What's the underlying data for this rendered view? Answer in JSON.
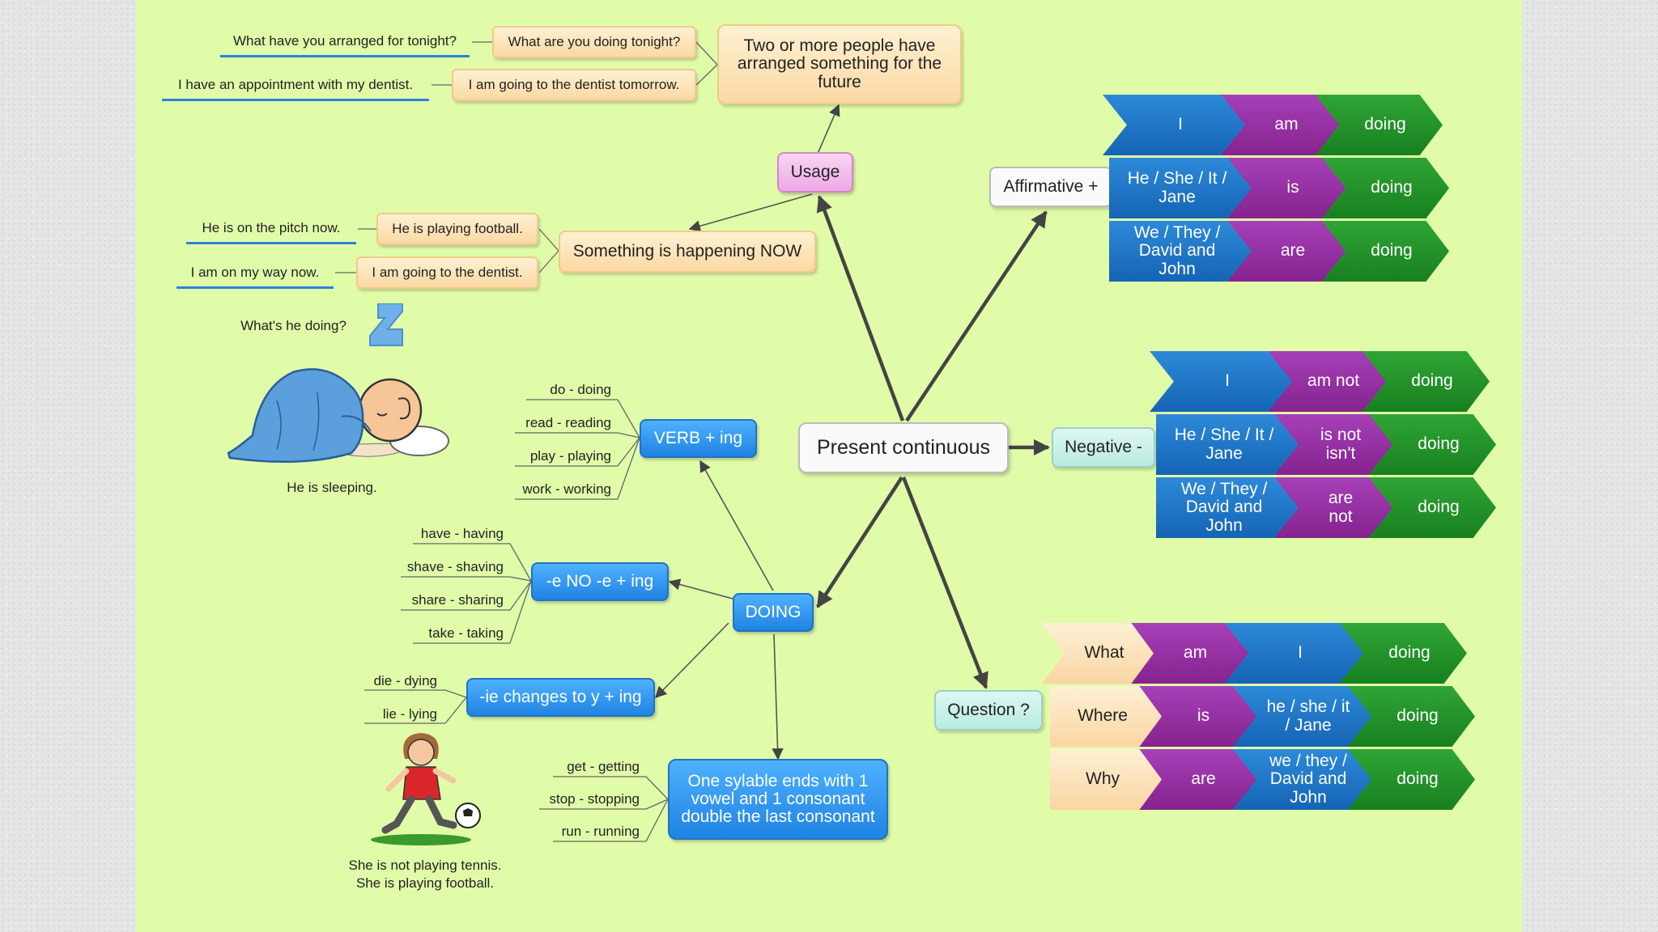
{
  "central": "Present continuous",
  "usage": {
    "label": "Usage",
    "future": {
      "label": "Two or more people have arranged something for the future",
      "ex1": "What are you doing tonight?",
      "ex1_note": "What have you arranged for tonight?",
      "ex2": "I am going to the dentist tomorrow.",
      "ex2_note": "I have an appointment with my dentist."
    },
    "now": {
      "label": "Something is happening NOW",
      "ex1": "He is playing football.",
      "ex1_note": "He is on the pitch now.",
      "ex2": "I am going to the dentist.",
      "ex2_note": "I am on my way now."
    }
  },
  "sleep": {
    "question": "What's he doing?",
    "caption": "He is sleeping."
  },
  "doing": {
    "label": "DOING",
    "verb_ing": {
      "label": "VERB + ing",
      "examples": [
        "do - doing",
        "read - reading",
        "play - playing",
        "work - working"
      ]
    },
    "no_e": {
      "label": "-e  NO -e + ing",
      "examples": [
        "have - having",
        "shave - shaving",
        "share - sharing",
        "take - taking"
      ]
    },
    "ie": {
      "label": "-ie changes to y + ing",
      "examples": [
        "die - dying",
        "lie - lying"
      ]
    },
    "double": {
      "label": "One sylable ends with 1 vowel and 1 consonant double the last consonant",
      "examples": [
        "get - getting",
        "stop - stopping",
        "run - running"
      ]
    }
  },
  "football": {
    "caption1": "She is not playing tennis.",
    "caption2": "She is playing football."
  },
  "affirmative": {
    "label": "Affirmative +",
    "rows": [
      [
        "I",
        "am",
        "doing"
      ],
      [
        "He / She / It / Jane",
        "is",
        "doing"
      ],
      [
        "We / They / David and John",
        "are",
        "doing"
      ]
    ]
  },
  "negative": {
    "label": "Negative -",
    "rows": [
      [
        "I",
        "am not",
        "doing"
      ],
      [
        "He / She / It / Jane",
        "is not isn't",
        "doing"
      ],
      [
        "We / They / David and John",
        "are not",
        "doing"
      ]
    ]
  },
  "question": {
    "label": "Question ?",
    "rows": [
      [
        "What",
        "am",
        "I",
        "doing"
      ],
      [
        "Where",
        "is",
        "he / she / it / Jane",
        "doing"
      ],
      [
        "Why",
        "are",
        "we / they / David and John",
        "doing"
      ]
    ]
  },
  "colors": {
    "blue": "#1e78d2",
    "purple": "#952d9e",
    "green": "#1f8f25",
    "peach": "#fbe1b6",
    "background": "#e1fca9"
  }
}
